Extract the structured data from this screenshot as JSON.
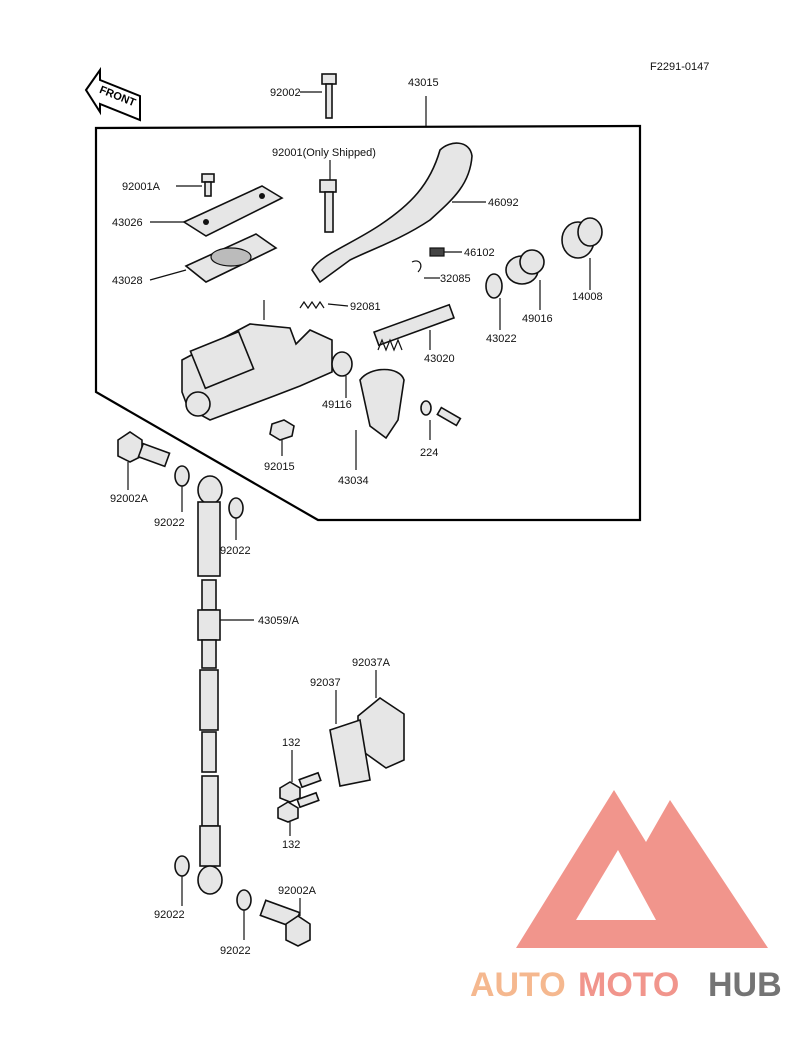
{
  "figure_code": "F2291-0147",
  "front_label": "FRONT",
  "labels": {
    "p92002": "92002",
    "p43015": "43015",
    "p92001": "92001(Only Shipped)",
    "p92001A": "92001A",
    "p46092": "46092",
    "p43026": "43026",
    "p46102": "46102",
    "p32085": "32085",
    "p43028": "43028",
    "p14008": "14008",
    "p92081": "92081",
    "p49016": "49016",
    "p43022": "43022",
    "p43020": "43020",
    "p49116": "49116",
    "p92015": "92015",
    "p43034": "43034",
    "p224": "224",
    "p92002A_top": "92002A",
    "p92022_a": "92022",
    "p92022_b": "92022",
    "p43059A": "43059/A",
    "p92037A": "92037A",
    "p92037": "92037",
    "p132_a": "132",
    "p132_b": "132",
    "p92022_c": "92022",
    "p92002A_bottom": "92002A",
    "p92022_d": "92022"
  },
  "watermark": {
    "part1": "AUTO",
    "part2": "MOTO",
    "part3": "HUB",
    "color1": "#f5b183",
    "color2": "#f08a80",
    "color3": "#666666",
    "logo_color": "#f08a80"
  }
}
